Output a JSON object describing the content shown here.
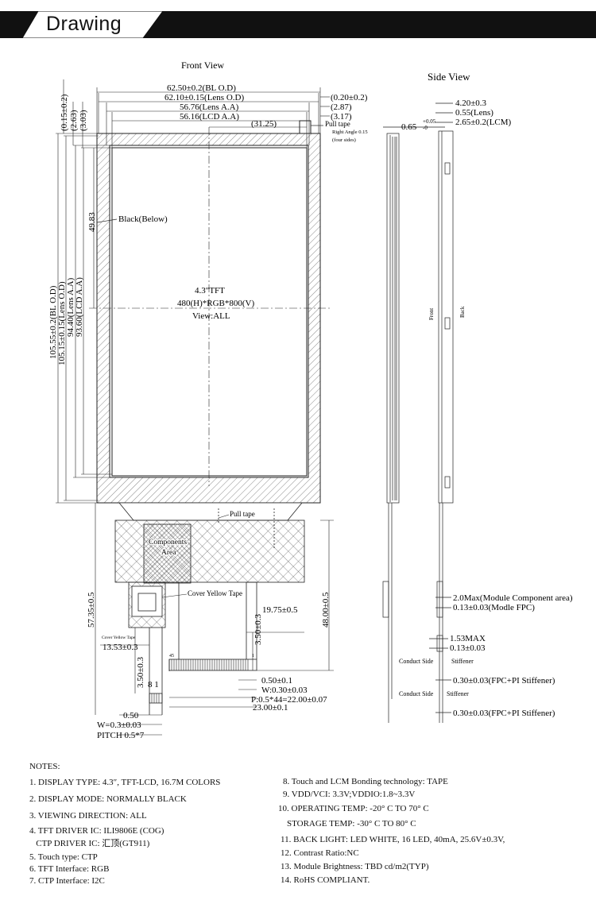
{
  "header": {
    "title": "Drawing"
  },
  "views": {
    "front": "Front View",
    "side": "Side View"
  },
  "front": {
    "center_text": [
      "4.3″TFT",
      "480(H)*RGB*800(V)",
      "View:ALL"
    ],
    "black_below": "Black(Below)",
    "pull_tape_top": "Pull tape",
    "right_angle": "Right Angle 0.15",
    "four_sides": "(four sides)",
    "pull_tape_fpc": "Pull tape",
    "components": [
      "Components",
      "Area"
    ],
    "cover_yellow_tape": "Cover Yellow Tape",
    "cover_yellow_tape_small": "Cover Yellow Tape",
    "pin_45": "45",
    "pin_1": "1",
    "pin_8_1": "8  1"
  },
  "dims": {
    "top": [
      "62.50±0.2(BL O.D)",
      "62.10±0.15(Lens O.D)",
      "56.76(Lens A.A)",
      "56.16(LCD A.A)",
      "(31.25)"
    ],
    "top_right": [
      "(0.20±0.2)",
      "(2.87)",
      "(3.17)"
    ],
    "left_top": [
      "(0.15±0.2)",
      "(2.63)",
      "(3.03)"
    ],
    "left_vertical": [
      "105.55±0.2(BL O.D)",
      "105.15±0.15(Lens O.D)",
      "94.40(Lens A.A)",
      "93.60(LCD A.A)"
    ],
    "half_height": "49.83",
    "fpc_length": "57.35±0.5",
    "fpc_right": "48.00±0.5",
    "fpc_offset": "19.75±0.5",
    "fpc_3_50": "3.50±0.3",
    "fpc_13_53": "13.53±0.3",
    "fpc_3_50b": "3.50±0.3",
    "pad_bottom": [
      "0.50±0.1",
      "W:0.30±0.03",
      "P:0.5*44=22.00±0.07",
      "23.00±0.1"
    ],
    "ctp": [
      "0.50",
      "W=0.3±0.03",
      "PITCH 0.5*7"
    ]
  },
  "side": {
    "top": [
      "4.20±0.3",
      "0.55(Lens)",
      "2.65±0.2(LCM)"
    ],
    "gap": "0.65",
    "gap_tol_up": "+0.05",
    "gap_tol_dn": "-0",
    "front_label": "Front",
    "back_label": "Back",
    "bottom": [
      "2.0Max(Module Component area)",
      "0.13±0.03(Modle FPC)",
      "1.53MAX",
      "0.13±0.03",
      "0.30±0.03(FPC+PI Stiffener)",
      "0.30±0.03(FPC+PI Stiffener)"
    ],
    "conduct_side": "Conduct Side",
    "stiffener": "Stiffener"
  },
  "notes": {
    "heading": "NOTES:",
    "left": [
      "1. DISPLAY TYPE: 4.3″, TFT-LCD, 16.7M COLORS",
      "2. DISPLAY MODE: NORMALLY BLACK",
      "3. VIEWING DIRECTION: ALL",
      "4. TFT DRIVER IC: ILI9806E (COG)",
      "   CTP DRIVER IC: 汇顶(GT911)",
      "5. Touch type: CTP",
      "6. TFT Interface: RGB",
      "7. CTP Interface: I2C"
    ],
    "right": [
      "8. Touch and LCM Bonding technology: TAPE",
      "9. VDD/VCI: 3.3V;VDDIO:1.8~3.3V",
      "10. OPERATING TEMP: -20° C TO 70° C",
      "    STORAGE TEMP: -30° C TO 80° C",
      "11. BACK LIGHT: LED WHITE, 16 LED, 40mA, 25.6V±0.3V,",
      "12. Contrast Ratio:NC",
      "13. Module Brightness: TBD cd/m2(TYP)",
      "14. RoHS COMPLIANT."
    ]
  }
}
